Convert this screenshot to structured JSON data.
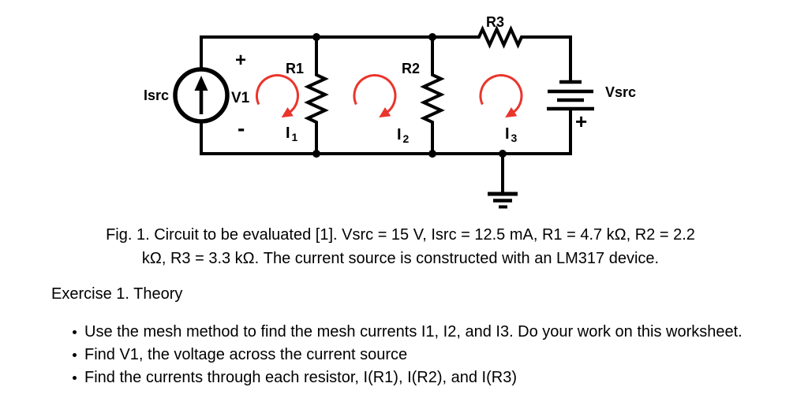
{
  "figure": {
    "labels": {
      "isrc": "Isrc",
      "v1": "V1",
      "v1_plus": "+",
      "v1_minus": "-",
      "r1": "R1",
      "r2": "R2",
      "r3": "R3",
      "vsrc": "Vsrc",
      "vsrc_plus": "+",
      "i1": {
        "base": "I",
        "sub": "1"
      },
      "i2": {
        "base": "I",
        "sub": "2"
      },
      "i3": {
        "base": "I",
        "sub": "3"
      }
    },
    "values": {
      "Vsrc": "15 V",
      "Isrc": "12.5 mA",
      "R1": "4.7 kΩ",
      "R2": "2.2 kΩ",
      "R3": "3.3 kΩ"
    },
    "colors": {
      "wire": "#000000",
      "mesh_arrow": "#ea352c"
    }
  },
  "caption": {
    "line1": "Fig. 1. Circuit to be evaluated [1]. Vsrc = 15 V, Isrc = 12.5 mA, R1 = 4.7 kΩ, R2 = 2.2",
    "line2": "kΩ, R3 = 3.3 kΩ. The current source is constructed with an LM317 device."
  },
  "exercise": {
    "heading": "Exercise 1. Theory",
    "bullets": [
      "Use the mesh method to find the mesh currents I1, I2, and I3. Do your work on this worksheet.",
      "Find V1, the voltage across the current source",
      "Find the currents through each resistor, I(R1), I(R2), and I(R3)"
    ]
  }
}
